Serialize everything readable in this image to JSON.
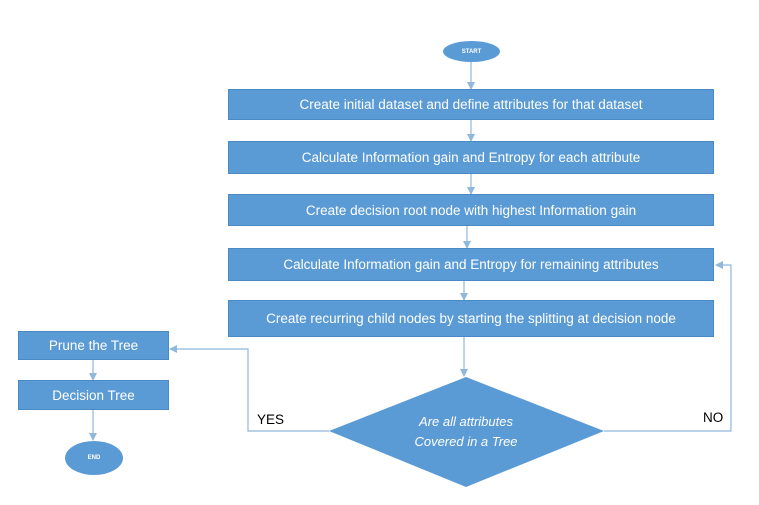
{
  "diagram": {
    "start_label": "START",
    "end_label": "END",
    "steps": [
      "Create initial dataset and define attributes for that dataset",
      "Calculate Information gain and Entropy for each attribute",
      "Create decision root node with highest Information gain",
      "Calculate Information gain and Entropy for remaining attributes",
      "Create recurring child nodes by starting the splitting at decision node"
    ],
    "decision": {
      "line1": "Are all attributes",
      "line2": "Covered in a Tree"
    },
    "yes_label": "YES",
    "no_label": "NO",
    "prune_label": "Prune the Tree",
    "tree_label": "Decision Tree"
  },
  "colors": {
    "shape_fill": "#5b9bd5",
    "connector": "#8fb8dc"
  }
}
